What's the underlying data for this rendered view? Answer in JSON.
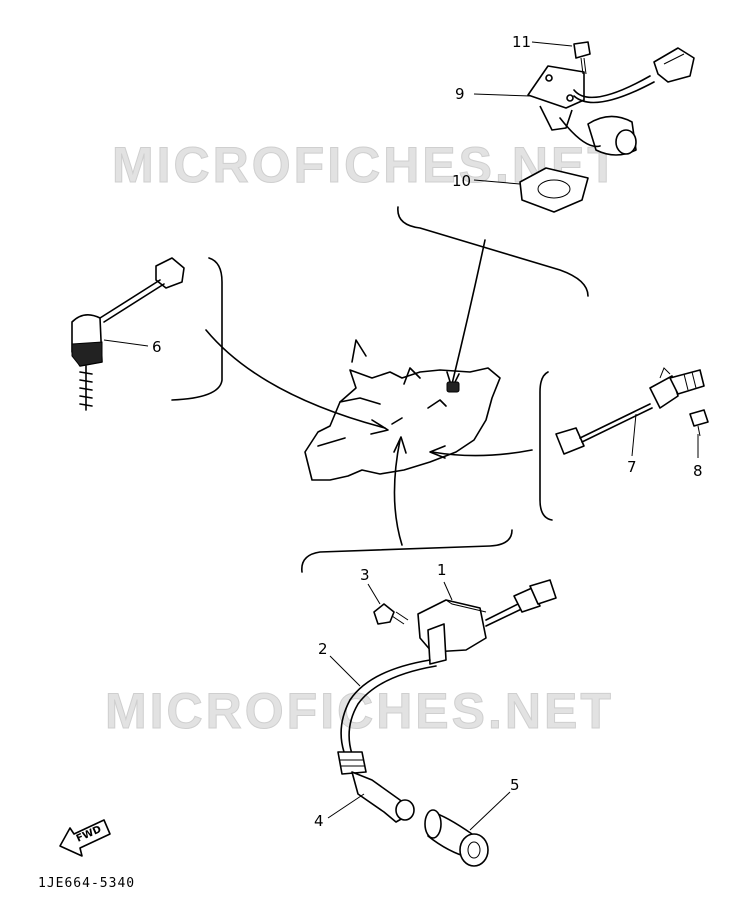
{
  "watermark": {
    "text": "MICROFICHES.NET"
  },
  "callouts": {
    "c1": "1",
    "c2": "2",
    "c3": "3",
    "c4": "4",
    "c5": "5",
    "c6": "6",
    "c7": "7",
    "c8": "8",
    "c9": "9",
    "c10": "10",
    "c11": "11"
  },
  "fwd_label": "FWD",
  "diagram_code": "1JE664-5340",
  "colors": {
    "line": "#000000",
    "watermark": "#e2e2e2",
    "background": "#ffffff"
  }
}
